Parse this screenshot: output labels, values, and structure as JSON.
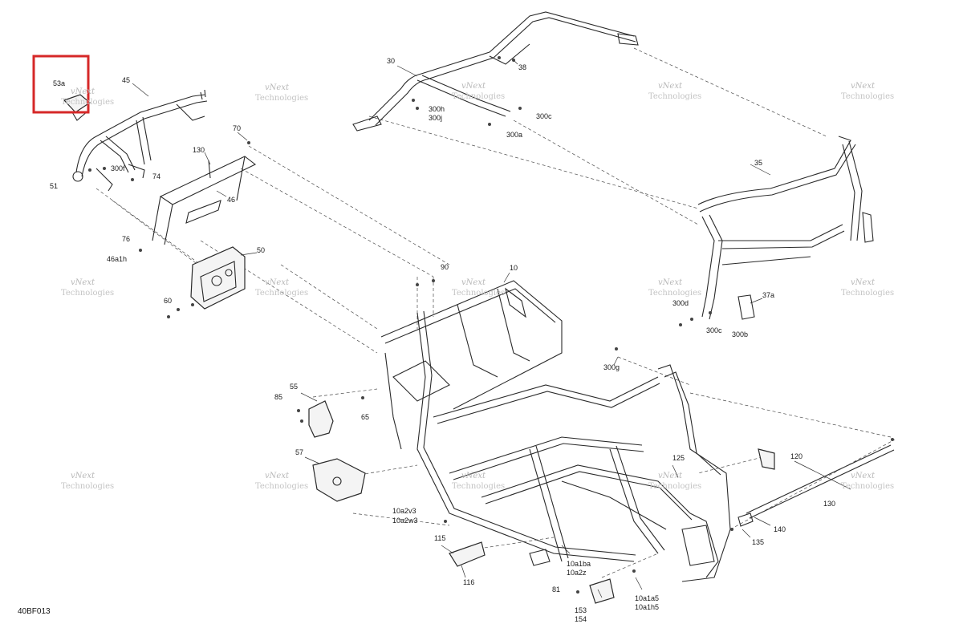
{
  "diagram": {
    "reference_code": "40BF013",
    "highlight_color": "#d62828",
    "watermark": {
      "line1": "vNext",
      "line2": "Technologies"
    },
    "labels": {
      "53a": "53a",
      "45": "45",
      "70": "70",
      "130_upper": "130",
      "300f": "300f",
      "74": "74",
      "51": "51",
      "46": "46",
      "76": "76",
      "46a1h": "46a1h",
      "50": "50",
      "60": "60",
      "30": "30",
      "38": "38",
      "300h": "300h",
      "300j": "300j",
      "300c_top": "300c",
      "300a": "300a",
      "35": "35",
      "37a": "37a",
      "300d": "300d",
      "300c_right": "300c",
      "300b": "300b",
      "90": "90",
      "10": "10",
      "300g": "300g",
      "85": "85",
      "55": "55",
      "65": "65",
      "57": "57",
      "125": "125",
      "120": "120",
      "130_right": "130",
      "140": "140",
      "135": "135",
      "10a2v3": "10a2v3",
      "10a2w3": "10a2w3",
      "115": "115",
      "116": "116",
      "10a1ba": "10a1ba",
      "10a2z": "10a2z",
      "81": "81",
      "153": "153",
      "154": "154",
      "10a1a5": "10a1a5",
      "10a1h5": "10a1h5"
    }
  }
}
